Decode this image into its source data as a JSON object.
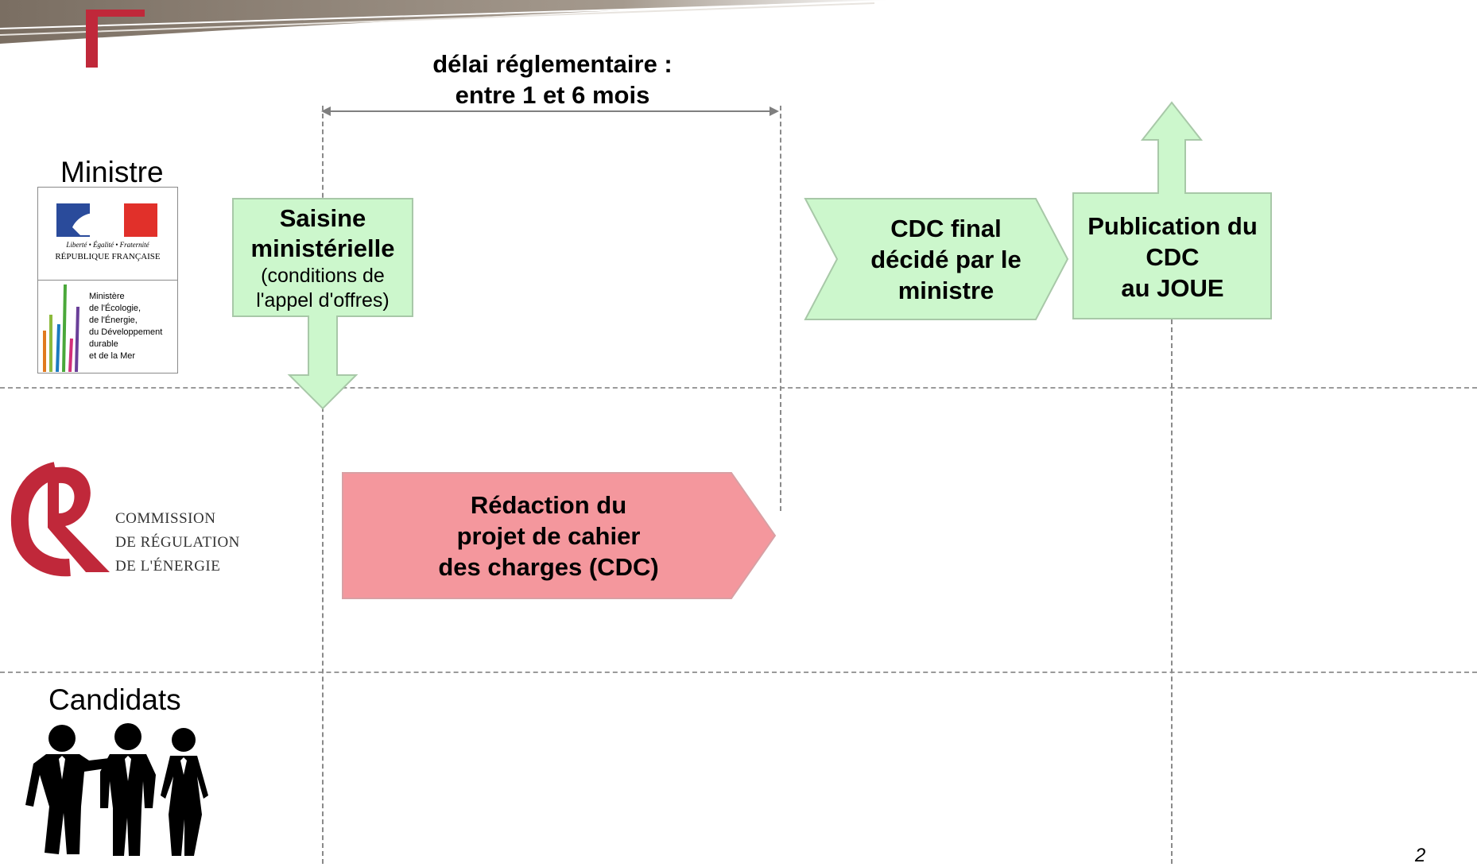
{
  "delay": {
    "line1": "délai réglementaire :",
    "line2": "entre 1 et 6 mois"
  },
  "lanes": {
    "ministre": "Ministre",
    "candidats": "Candidats"
  },
  "logo_rf": {
    "motto": "Liberté • Égalité • Fraternité",
    "name": "RÉPUBLIQUE FRANÇAISE",
    "ministry": [
      "Ministère",
      "de l'Écologie,",
      "de l'Énergie,",
      "du Développement",
      "durable",
      "et de la Mer"
    ]
  },
  "logo_cre": {
    "lines": [
      "COMMISSION",
      "DE RÉGULATION",
      "DE L'ÉNERGIE"
    ]
  },
  "steps": {
    "saisine": {
      "title1": "Saisine",
      "title2": "ministérielle",
      "sub1": "(conditions de",
      "sub2": "l'appel d'offres)"
    },
    "redaction": {
      "line1": "Rédaction du",
      "line2": "projet de cahier",
      "line3": "des charges (CDC)"
    },
    "cdc_final": {
      "line1": "CDC final",
      "line2": "décidé par le",
      "line3": "ministre"
    },
    "publication": {
      "line1": "Publication du",
      "line2": "CDC",
      "line3": "au JOUE"
    }
  },
  "page_number": "2",
  "colors": {
    "green": "#ccf7cc",
    "red": "#f4979d",
    "accent": "#c0283a"
  }
}
